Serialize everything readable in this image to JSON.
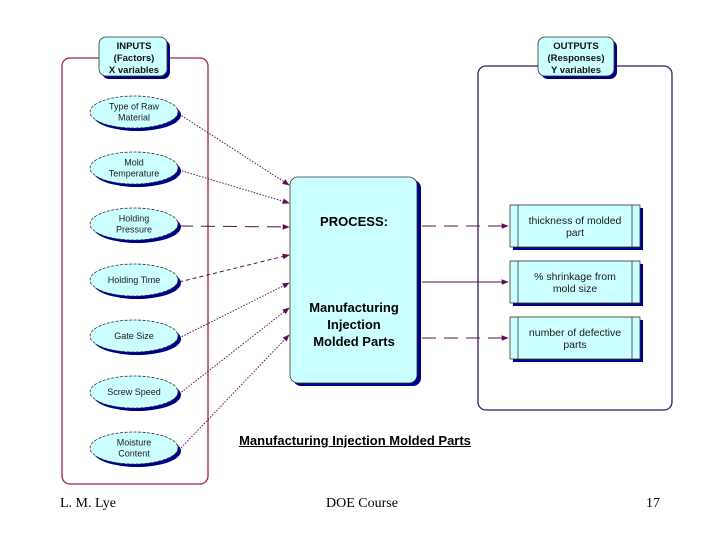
{
  "inputs_header": {
    "lines": [
      "INPUTS",
      "(Factors)",
      "X variables"
    ]
  },
  "outputs_header": {
    "lines": [
      "OUTPUTS",
      "(Responses)",
      "Y variables"
    ]
  },
  "inputs": [
    {
      "lines": [
        "Type of Raw",
        "Material"
      ],
      "connector": "dotted"
    },
    {
      "lines": [
        "Mold",
        "Temperature"
      ],
      "connector": "dotted"
    },
    {
      "lines": [
        "Holding",
        "Pressure"
      ],
      "connector": "dashed"
    },
    {
      "lines": [
        "Holding Time"
      ],
      "connector": "dashed-short"
    },
    {
      "lines": [
        "Gate Size"
      ],
      "connector": "dotted"
    },
    {
      "lines": [
        "Screw Speed"
      ],
      "connector": "dotted"
    },
    {
      "lines": [
        "Moisture",
        "Content"
      ],
      "connector": "dotted"
    }
  ],
  "process": {
    "title": "PROCESS:",
    "subtitle_lines": [
      "Manufacturing",
      "Injection",
      "Molded Parts"
    ]
  },
  "outputs": [
    {
      "lines": [
        "thickness of molded",
        "part"
      ],
      "connector": "dashed"
    },
    {
      "lines": [
        "% shrinkage from",
        "mold size"
      ],
      "connector": "solid"
    },
    {
      "lines": [
        "number of defective",
        "parts"
      ],
      "connector": "dashed"
    }
  ],
  "caption": "Manufacturing Injection Molded Parts",
  "footer": {
    "author": "L. M. Lye",
    "course": "DOE  Course",
    "page": "17"
  },
  "colors": {
    "fill_light": "#ccffff",
    "shadow_blue": "#00008b",
    "input_frame": "#a0204a",
    "output_frame": "#3a1a6a",
    "arrow": "#5a1050"
  }
}
